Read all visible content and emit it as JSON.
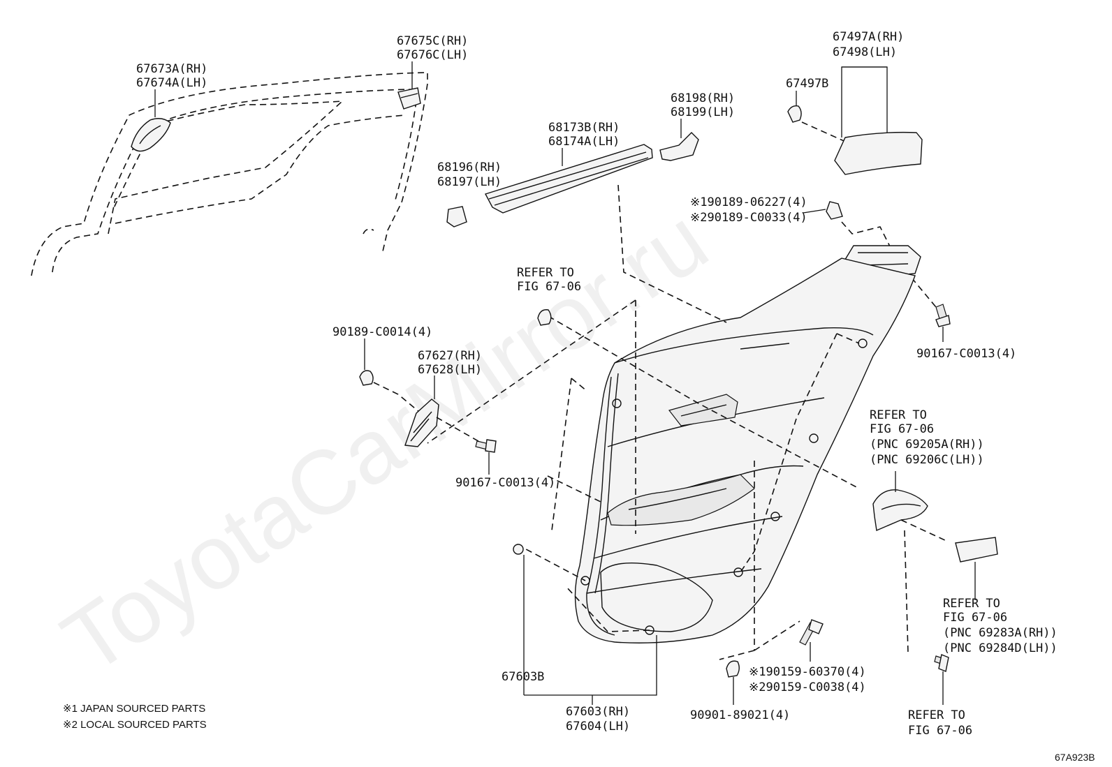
{
  "watermark": "ToyotaCarMirror.ru",
  "figure_id": "67A923B",
  "notes": [
    "※1 JAPAN SOURCED PARTS",
    "※2 LOCAL SOURCED PARTS"
  ],
  "labels": {
    "p67673": [
      "67673A(RH)",
      "67674A(LH)"
    ],
    "p67675": [
      "67675C(RH)",
      "67676C(LH)"
    ],
    "p68196": [
      "68196(RH)",
      "68197(LH)"
    ],
    "p68173": [
      "68173B(RH)",
      "68174A(LH)"
    ],
    "p68198": [
      "68198(RH)",
      "68199(LH)"
    ],
    "p67497a": [
      "67497A(RH)",
      "67498(LH)"
    ],
    "p67497b": [
      "67497B"
    ],
    "p90189_06227": [
      "※190189-06227(4)",
      "※290189-C0033(4)"
    ],
    "refer_top": [
      "REFER TO",
      "FIG 67-06"
    ],
    "p90189_c0014": [
      "90189-C0014(4)"
    ],
    "p67627": [
      "67627(RH)",
      "67628(LH)"
    ],
    "p90167_left": [
      "90167-C0013(4)"
    ],
    "p90167_right": [
      "90167-C0013(4)"
    ],
    "refer_right_a": [
      "REFER TO",
      "FIG 67-06",
      "(PNC 69205A(RH))",
      "(PNC 69206C(LH))"
    ],
    "refer_right_b": [
      "REFER TO",
      "FIG 67-06",
      "(PNC 69283A(RH))",
      "(PNC 69284D(LH))"
    ],
    "refer_bottom": [
      "REFER TO",
      "FIG 67-06"
    ],
    "p67603b": [
      "67603B"
    ],
    "p67603": [
      "67603(RH)",
      "67604(LH)"
    ],
    "p90159": [
      "※190159-60370(4)",
      "※290159-C0038(4)"
    ],
    "p90901": [
      "90901-89021(4)"
    ]
  }
}
